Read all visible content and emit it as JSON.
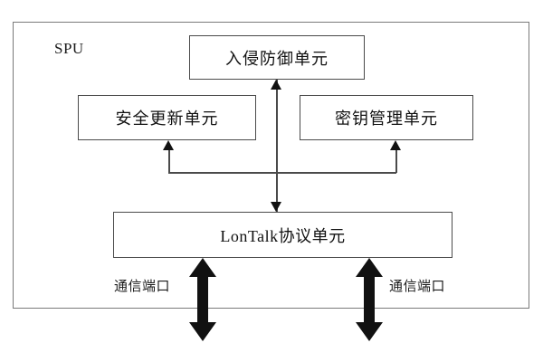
{
  "diagram": {
    "enclosure": {
      "label": "SPU"
    },
    "boxes": [
      {
        "id": "ips",
        "label": "入侵防御单元"
      },
      {
        "id": "secup",
        "label": "安全更新单元"
      },
      {
        "id": "key",
        "label": "密钥管理单元"
      },
      {
        "id": "lontalk",
        "label": "LonTalk协议单元"
      }
    ],
    "port_labels": [
      {
        "id": "port-left",
        "label": "通信端口"
      },
      {
        "id": "port-right",
        "label": "通信端口"
      }
    ],
    "colors": {
      "frame": "#7a7a7a",
      "box_border": "#4a4a4a",
      "connector": "#4a4a4a",
      "arrowhead": "#111111",
      "text": "#111111",
      "background": "#ffffff"
    }
  }
}
